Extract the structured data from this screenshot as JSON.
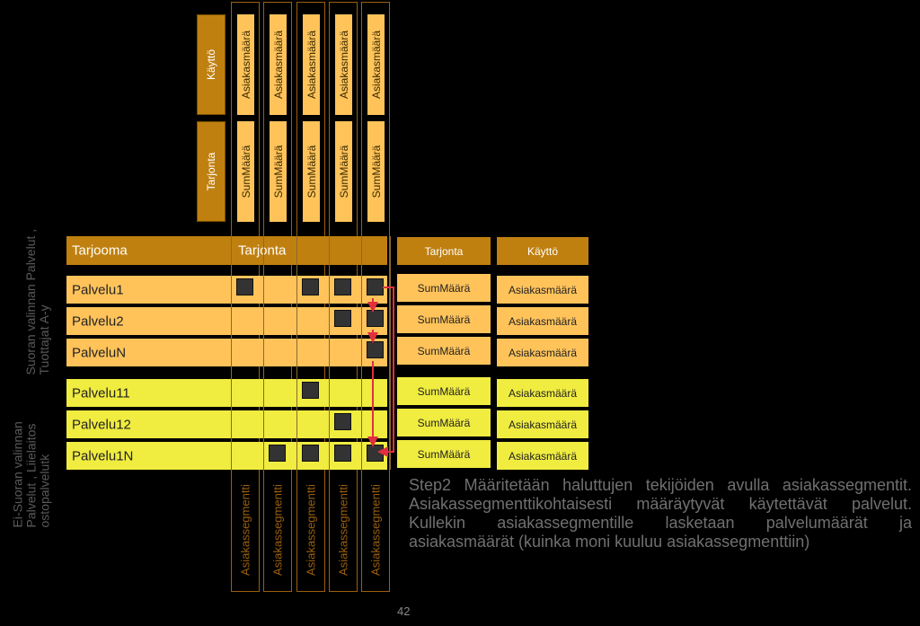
{
  "top_labels": {
    "kaytto": "Käyttö",
    "tarjonta": "Tarjonta"
  },
  "column_top_label": "Asiakasmäärä",
  "column_mid_label": "SumMäärä",
  "column_bottom_label": "Asiakassegmentti",
  "header": {
    "tarjooma": "Tarjooma",
    "tarjonta": "Tarjonta"
  },
  "rows": [
    {
      "label": "Palvelu1",
      "group": "suoran",
      "marks": [
        true,
        false,
        true,
        true,
        true
      ]
    },
    {
      "label": "Palvelu2",
      "group": "suoran",
      "marks": [
        false,
        false,
        false,
        true,
        true
      ]
    },
    {
      "label": "PalveluN",
      "group": "suoran",
      "marks": [
        false,
        false,
        false,
        false,
        true
      ]
    },
    {
      "label": "Palvelu11",
      "group": "ei-suoran",
      "marks": [
        false,
        false,
        true,
        false,
        false
      ]
    },
    {
      "label": "Palvelu12",
      "group": "ei-suoran",
      "marks": [
        false,
        false,
        false,
        true,
        false
      ]
    },
    {
      "label": "Palvelu1N",
      "group": "ei-suoran",
      "marks": [
        false,
        true,
        true,
        true,
        true
      ]
    }
  ],
  "right_headers": {
    "tarjonta": "Tarjonta",
    "kaytto": "Käyttö"
  },
  "right_values": {
    "tarjonta": "SumMäärä",
    "kaytto": "Asiakasmäärä"
  },
  "side_labels": {
    "suoran": "Suoran valinnan Palvelut , Tuottajat A-y",
    "ei_suoran": "Ei-Suoran valinnan Palvelut , Liielaitos ostopalvelutk"
  },
  "step_text": "Step2 Määritetään haluttujen tekijöiden avulla asiakassegmentit. Asiakassegmenttikohtaisesti määräytyvät käytettävät palvelut. Kullekin asiakassegmentille lasketaan  palvelumäärät ja asiakasmäärät (kuinka moni kuuluu asiakassegmenttiin)",
  "page_number": "42",
  "colors": {
    "header": "#C08010",
    "orange": "#FFC35A",
    "yellow": "#F0EC40",
    "arrow": "#E03040"
  }
}
